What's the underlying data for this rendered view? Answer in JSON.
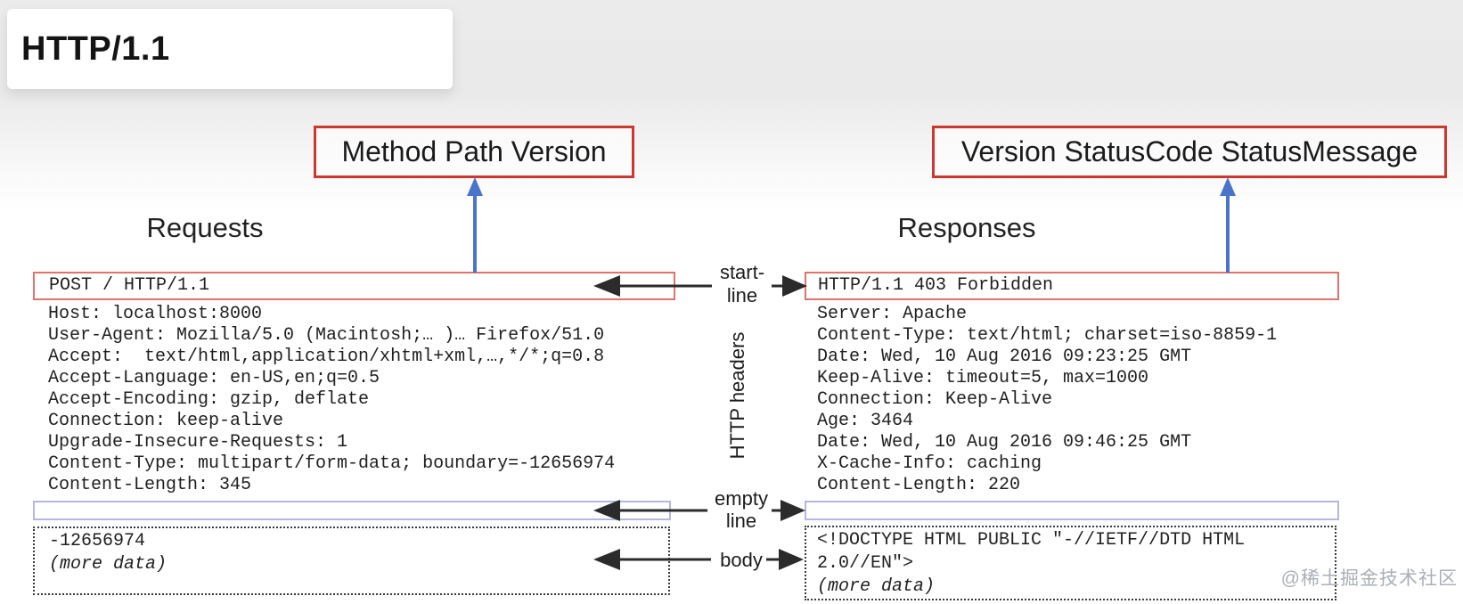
{
  "page": {
    "title": "HTTP/1.1",
    "watermark": "@稀土掘金技术社区"
  },
  "labels": {
    "request_startline_format": "Method Path Version",
    "response_startline_format": "Version StatusCode StatusMessage",
    "start_line": [
      "start-",
      "line"
    ],
    "http_headers": "HTTP headers",
    "empty_line": [
      "empty",
      "line"
    ],
    "body": "body"
  },
  "request": {
    "heading": "Requests",
    "start_line": "POST / HTTP/1.1",
    "headers": [
      "Host: localhost:8000",
      "User-Agent: Mozilla/5.0 (Macintosh;… )… Firefox/51.0",
      "Accept:  text/html,application/xhtml+xml,…,*/*;q=0.8",
      "Accept-Language: en-US,en;q=0.5",
      "Accept-Encoding: gzip, deflate",
      "Connection: keep-alive",
      "Upgrade-Insecure-Requests: 1",
      "Content-Type: multipart/form-data; boundary=-12656974",
      "Content-Length: 345"
    ],
    "body_line_1": "-12656974",
    "body_line_2": "(more data)"
  },
  "response": {
    "heading": "Responses",
    "start_line": "HTTP/1.1 403 Forbidden",
    "headers": [
      "Server: Apache",
      "Content-Type: text/html; charset=iso-8859-1",
      "Date: Wed, 10 Aug 2016 09:23:25 GMT",
      "Keep-Alive: timeout=5, max=1000",
      "Connection: Keep-Alive",
      "Age: 3464",
      "Date: Wed, 10 Aug 2016 09:46:25 GMT",
      "X-Cache-Info: caching",
      "Content-Length: 220"
    ],
    "body_line_1": "<!DOCTYPE HTML PUBLIC \"-//IETF//DTD HTML",
    "body_line_2": "2.0//EN\">",
    "body_line_3": "(more data)"
  },
  "colors": {
    "label_border_red": "#cd382e",
    "startline_border_red": "#e0736b",
    "empty_line_border": "#b6b6e4",
    "blue_arrow": "#4a74c9",
    "black_arrow": "#2b2b2b",
    "background_gray": "#ebebeb"
  }
}
